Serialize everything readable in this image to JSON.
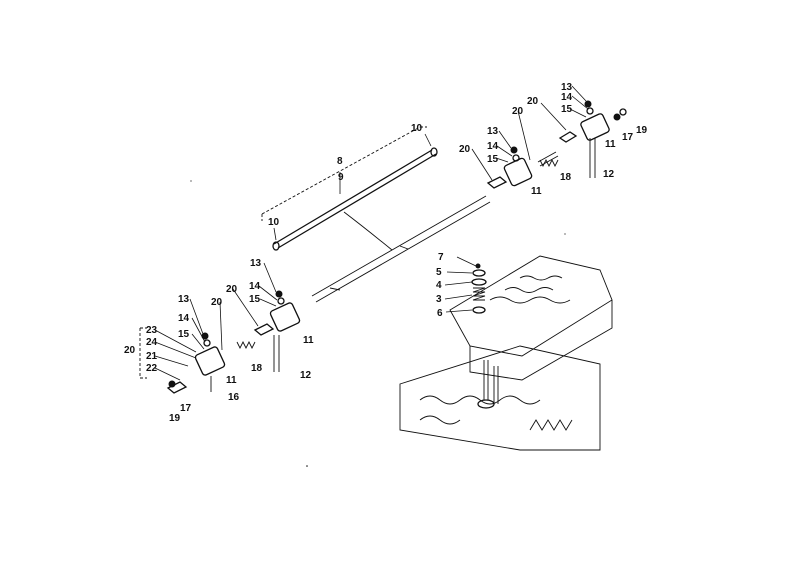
{
  "labels": {
    "shaft_group": "8",
    "shaft": "9",
    "plug": "10",
    "rocker_arm": "11",
    "push_rod": "12",
    "nut": "13",
    "washer": "14",
    "adjust_screw": "15",
    "pin": "16",
    "bolt": "17",
    "spring": "18",
    "end_nut": "19",
    "bracket_assy": "20",
    "bracket_21": "21",
    "bracket_22": "22",
    "bracket_23": "23",
    "bracket_24": "24",
    "valve_cotter": "7",
    "valve_retainer": "5",
    "valve_cap": "4",
    "valve_spring": "3",
    "valve_seal": "6"
  },
  "colors": {
    "ink": "#111111",
    "paper": "#ffffff"
  }
}
